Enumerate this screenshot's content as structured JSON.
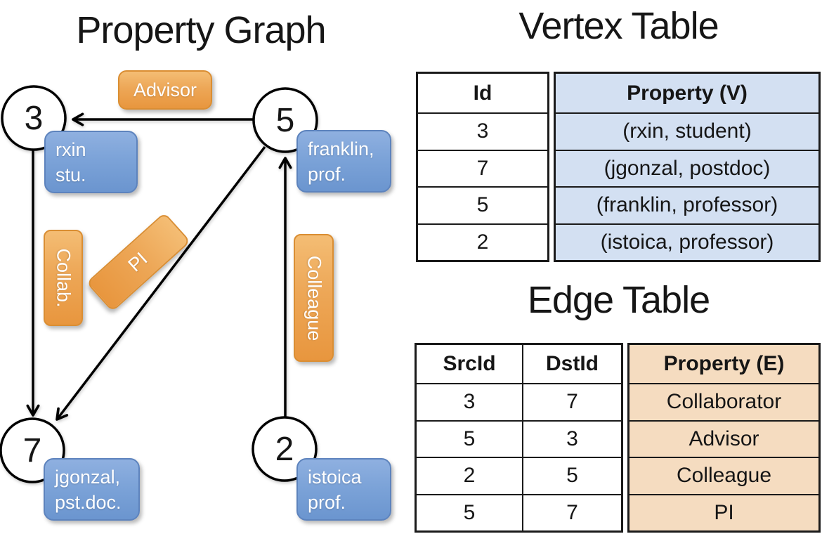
{
  "graph": {
    "title": "Property Graph",
    "vertices": [
      {
        "id": "3",
        "label_lines": [
          "rxin",
          "stu."
        ]
      },
      {
        "id": "5",
        "label_lines": [
          "franklin,",
          "prof."
        ]
      },
      {
        "id": "7",
        "label_lines": [
          "jgonzal,",
          "pst.doc."
        ]
      },
      {
        "id": "2",
        "label_lines": [
          "istoica",
          "prof."
        ]
      }
    ],
    "edge_labels": {
      "advisor": "Advisor",
      "collab": "Collab.",
      "pi": "PI",
      "colleague": "Colleague"
    }
  },
  "vertex_table": {
    "title": "Vertex Table",
    "columns": [
      "Id",
      "Property (V)"
    ],
    "rows": [
      [
        "3",
        "(rxin, student)"
      ],
      [
        "7",
        "(jgonzal, postdoc)"
      ],
      [
        "5",
        "(franklin, professor)"
      ],
      [
        "2",
        "(istoica, professor)"
      ]
    ]
  },
  "edge_table": {
    "title": "Edge Table",
    "columns": [
      "SrcId",
      "DstId",
      "Property (E)"
    ],
    "rows": [
      [
        "3",
        "7",
        "Collaborator"
      ],
      [
        "5",
        "3",
        "Advisor"
      ],
      [
        "2",
        "5",
        "Colleague"
      ],
      [
        "5",
        "7",
        "PI"
      ]
    ]
  },
  "colors": {
    "vertex_box_top": "#8fb0e0",
    "vertex_box_bottom": "#6b95cf",
    "vertex_box_border": "#5d83bd",
    "edge_label_top": "#f4bd74",
    "edge_label_bottom": "#e8963e",
    "edge_label_border": "#da8e33",
    "vertex_table_property_bg": "#d3e0f2",
    "edge_table_property_bg": "#f5dcc0",
    "line_color": "#000000",
    "box_text": "#ffffff"
  }
}
